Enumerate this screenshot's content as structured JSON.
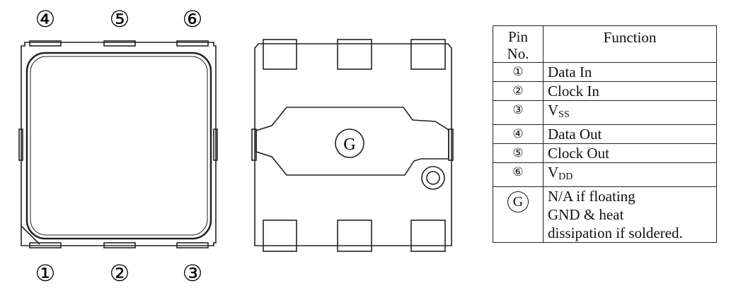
{
  "pin_numbers_top": [
    "④",
    "⑤",
    "⑥"
  ],
  "pin_numbers_bottom": [
    "①",
    "②",
    "③"
  ],
  "ground_pad_label": "G",
  "table": {
    "header_pin": [
      "Pin",
      "No."
    ],
    "header_function": "Function",
    "rows": [
      {
        "pin": "①",
        "func": "Data In"
      },
      {
        "pin": "②",
        "func": "Clock In"
      },
      {
        "pin": "③",
        "func_main": "V",
        "func_sub": "SS"
      },
      {
        "pin": "④",
        "func": "Data Out"
      },
      {
        "pin": "⑤",
        "func": "Clock Out"
      },
      {
        "pin": "⑥",
        "func_main": "V",
        "func_sub": "DD"
      }
    ],
    "ground_row": {
      "pin": "G",
      "lines": [
        "N/A if floating",
        "GND & heat",
        "dissipation if soldered."
      ]
    }
  }
}
